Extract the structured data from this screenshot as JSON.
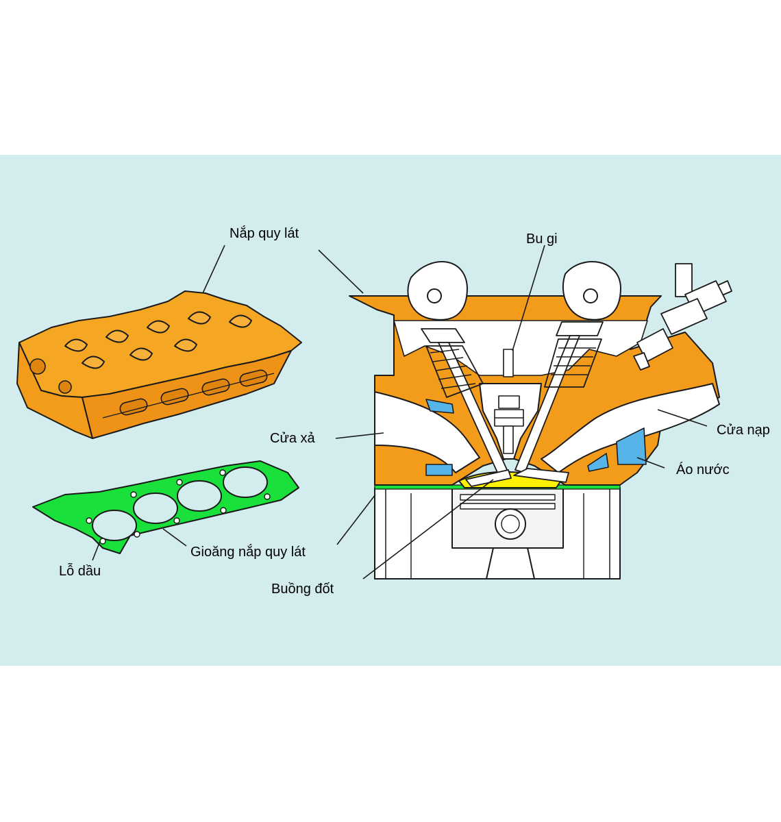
{
  "labels": {
    "cylinder_head": "Nắp quy lát",
    "spark_plug": "Bu gi",
    "exhaust_port": "Cửa xả",
    "intake_port": "Cửa nạp",
    "water_jacket": "Áo nước",
    "head_gasket": "Gioăng nắp quy lát",
    "oil_hole": "Lỗ dầu",
    "combustion_chamber": "Buồng đốt"
  },
  "colors": {
    "panel_background": "#d3ecee",
    "head_orange": "#f39c1c",
    "gasket_green": "#19e03a",
    "coolant_blue": "#56b4e9",
    "chamber_yellow": "#fff200",
    "outline": "#1a1a1a"
  }
}
